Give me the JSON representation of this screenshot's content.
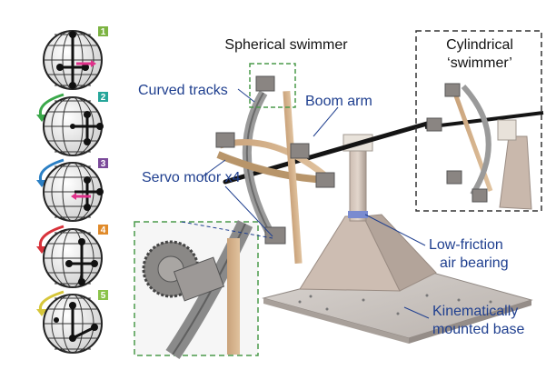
{
  "figure": {
    "titles": {
      "spherical": "Spherical swimmer",
      "cylindrical_line1": "Cylindrical",
      "cylindrical_line2": "‘swimmer’"
    },
    "labels": {
      "curved_tracks": "Curved tracks",
      "boom_arm": "Boom arm",
      "servo_motor": "Servo motor x4",
      "low_friction_line1": "Low-friction",
      "low_friction_line2": "air bearing",
      "kinematic_line1": "Kinematically",
      "kinematic_line2": "mounted base"
    },
    "steps": [
      {
        "number": "1",
        "color": "#7cb342"
      },
      {
        "number": "2",
        "color": "#26a69a"
      },
      {
        "number": "3",
        "color": "#7b4a9a"
      },
      {
        "number": "4",
        "color": "#e08a2a"
      },
      {
        "number": "5",
        "color": "#8bc34a"
      }
    ],
    "transition_arrow_colors": [
      "#3aa84a",
      "#2b7fc4",
      "#d8323a",
      "#d6c63a"
    ],
    "motion_arrow_color": "#e0308a",
    "label_color": "#1f3f8f",
    "inset_border_green": "#4a9a4a",
    "inset_border_dark": "#333333"
  }
}
